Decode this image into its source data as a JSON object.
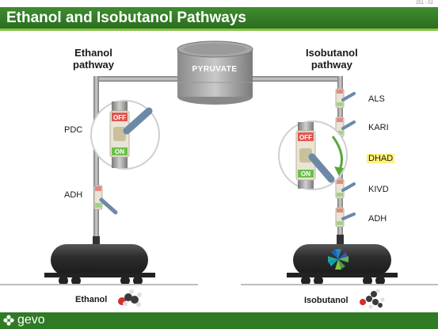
{
  "slide": {
    "number": "251 - 02"
  },
  "title": "Ethanol and Isobutanol Pathways",
  "tank_label": "PYRUVATE",
  "ethanol": {
    "heading_line1": "Ethanol",
    "heading_line2": "pathway",
    "enzymes": [
      "PDC",
      "ADH"
    ],
    "product": "Ethanol"
  },
  "isobutanol": {
    "heading_line1": "Isobutanol",
    "heading_line2": "pathway",
    "enzymes": [
      "ALS",
      "KARI",
      "DHAD",
      "KIVD",
      "ADH"
    ],
    "highlighted_enzyme": "DHAD",
    "product": "Isobutanol"
  },
  "valve": {
    "off_label": "OFF",
    "on_label": "ON"
  },
  "brand": "gevo",
  "colors": {
    "title_green": "#2f7a24",
    "accent_green": "#8bc34a",
    "highlight": "#fff27a",
    "valve_off": "#e0574f",
    "valve_on": "#6cc04a"
  }
}
